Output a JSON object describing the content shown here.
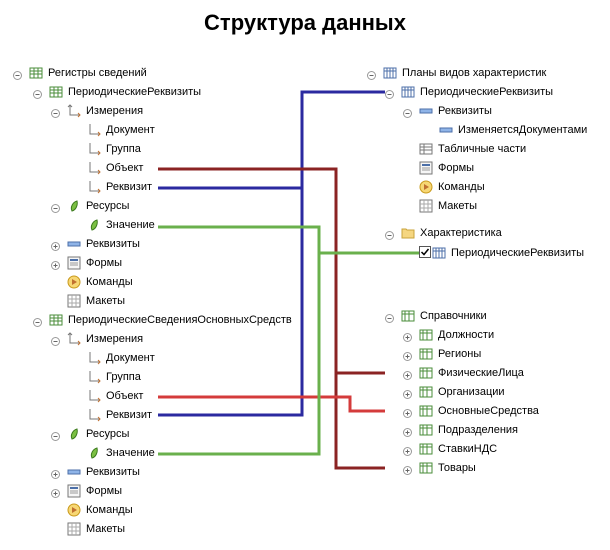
{
  "title": "Структура данных",
  "colors": {
    "blue": "#2b2aa0",
    "darkred": "#8b2323",
    "red": "#d43b3b",
    "green": "#6ab04c"
  },
  "tree_left": [
    {
      "label": "Регистры сведений",
      "icon": "register-icon",
      "expander": "minus"
    },
    {
      "label": "ПериодическиеРеквизиты",
      "icon": "register-icon",
      "expander": "minus"
    },
    {
      "label": "Измерения",
      "icon": "dimensions-icon",
      "expander": "minus"
    },
    {
      "label": "Документ",
      "icon": "dimension-icon",
      "expander": ""
    },
    {
      "label": "Группа",
      "icon": "dimension-icon",
      "expander": ""
    },
    {
      "label": "Объект",
      "icon": "dimension-icon",
      "expander": ""
    },
    {
      "label": "Реквизит",
      "icon": "dimension-icon",
      "expander": ""
    },
    {
      "label": "Ресурсы",
      "icon": "resource-icon",
      "expander": "minus"
    },
    {
      "label": "Значение",
      "icon": "resource-icon",
      "expander": ""
    },
    {
      "label": "Реквизиты",
      "icon": "attribute-icon",
      "expander": "plus"
    },
    {
      "label": "Формы",
      "icon": "forms-icon",
      "expander": "plus"
    },
    {
      "label": "Команды",
      "icon": "commands-icon",
      "expander": ""
    },
    {
      "label": "Макеты",
      "icon": "templates-icon",
      "expander": ""
    },
    {
      "label": "ПериодическиеСведенияОсновныхСредств",
      "icon": "register-icon",
      "expander": "minus"
    },
    {
      "label": "Измерения",
      "icon": "dimensions-icon",
      "expander": "minus"
    },
    {
      "label": "Документ",
      "icon": "dimension-icon",
      "expander": ""
    },
    {
      "label": "Группа",
      "icon": "dimension-icon",
      "expander": ""
    },
    {
      "label": "Объект",
      "icon": "dimension-icon",
      "expander": ""
    },
    {
      "label": "Реквизит",
      "icon": "dimension-icon",
      "expander": ""
    },
    {
      "label": "Ресурсы",
      "icon": "resource-icon",
      "expander": "minus"
    },
    {
      "label": "Значение",
      "icon": "resource-icon",
      "expander": ""
    },
    {
      "label": "Реквизиты",
      "icon": "attribute-icon",
      "expander": "plus"
    },
    {
      "label": "Формы",
      "icon": "forms-icon",
      "expander": "plus"
    },
    {
      "label": "Команды",
      "icon": "commands-icon",
      "expander": ""
    },
    {
      "label": "Макеты",
      "icon": "templates-icon",
      "expander": ""
    }
  ],
  "tree_right_top": [
    {
      "label": "Планы видов характеристик",
      "icon": "chart-types-icon",
      "expander": "minus"
    },
    {
      "label": "ПериодическиеРеквизиты",
      "icon": "chart-types-icon",
      "expander": "minus"
    },
    {
      "label": "Реквизиты",
      "icon": "attribute-icon",
      "expander": "minus"
    },
    {
      "label": "ИзменяетсяДокументами",
      "icon": "attribute-icon",
      "expander": ""
    },
    {
      "label": "Табличные части",
      "icon": "tabular-icon",
      "expander": ""
    },
    {
      "label": "Формы",
      "icon": "forms-icon",
      "expander": ""
    },
    {
      "label": "Команды",
      "icon": "commands-icon",
      "expander": ""
    },
    {
      "label": "Макеты",
      "icon": "templates-icon",
      "expander": ""
    }
  ],
  "tree_right_mid": [
    {
      "label": "Характеристика",
      "icon": "folder-icon",
      "expander": "minus"
    },
    {
      "label": "ПериодическиеРеквизиты",
      "icon": "chart-types-icon",
      "expander": "",
      "checked": true
    }
  ],
  "tree_right_bottom": [
    {
      "label": "Справочники",
      "icon": "catalog-icon",
      "expander": "minus"
    },
    {
      "label": "Должности",
      "icon": "catalog-icon",
      "expander": "plus"
    },
    {
      "label": "Регионы",
      "icon": "catalog-icon",
      "expander": "plus"
    },
    {
      "label": "ФизическиеЛица",
      "icon": "catalog-icon",
      "expander": "plus"
    },
    {
      "label": "Организации",
      "icon": "catalog-icon",
      "expander": "plus"
    },
    {
      "label": "ОсновныеСредства",
      "icon": "catalog-icon",
      "expander": "plus"
    },
    {
      "label": "Подразделения",
      "icon": "catalog-icon",
      "expander": "plus"
    },
    {
      "label": "СтавкиНДС",
      "icon": "catalog-icon",
      "expander": "plus"
    },
    {
      "label": "Товары",
      "icon": "catalog-icon",
      "expander": "plus"
    }
  ]
}
